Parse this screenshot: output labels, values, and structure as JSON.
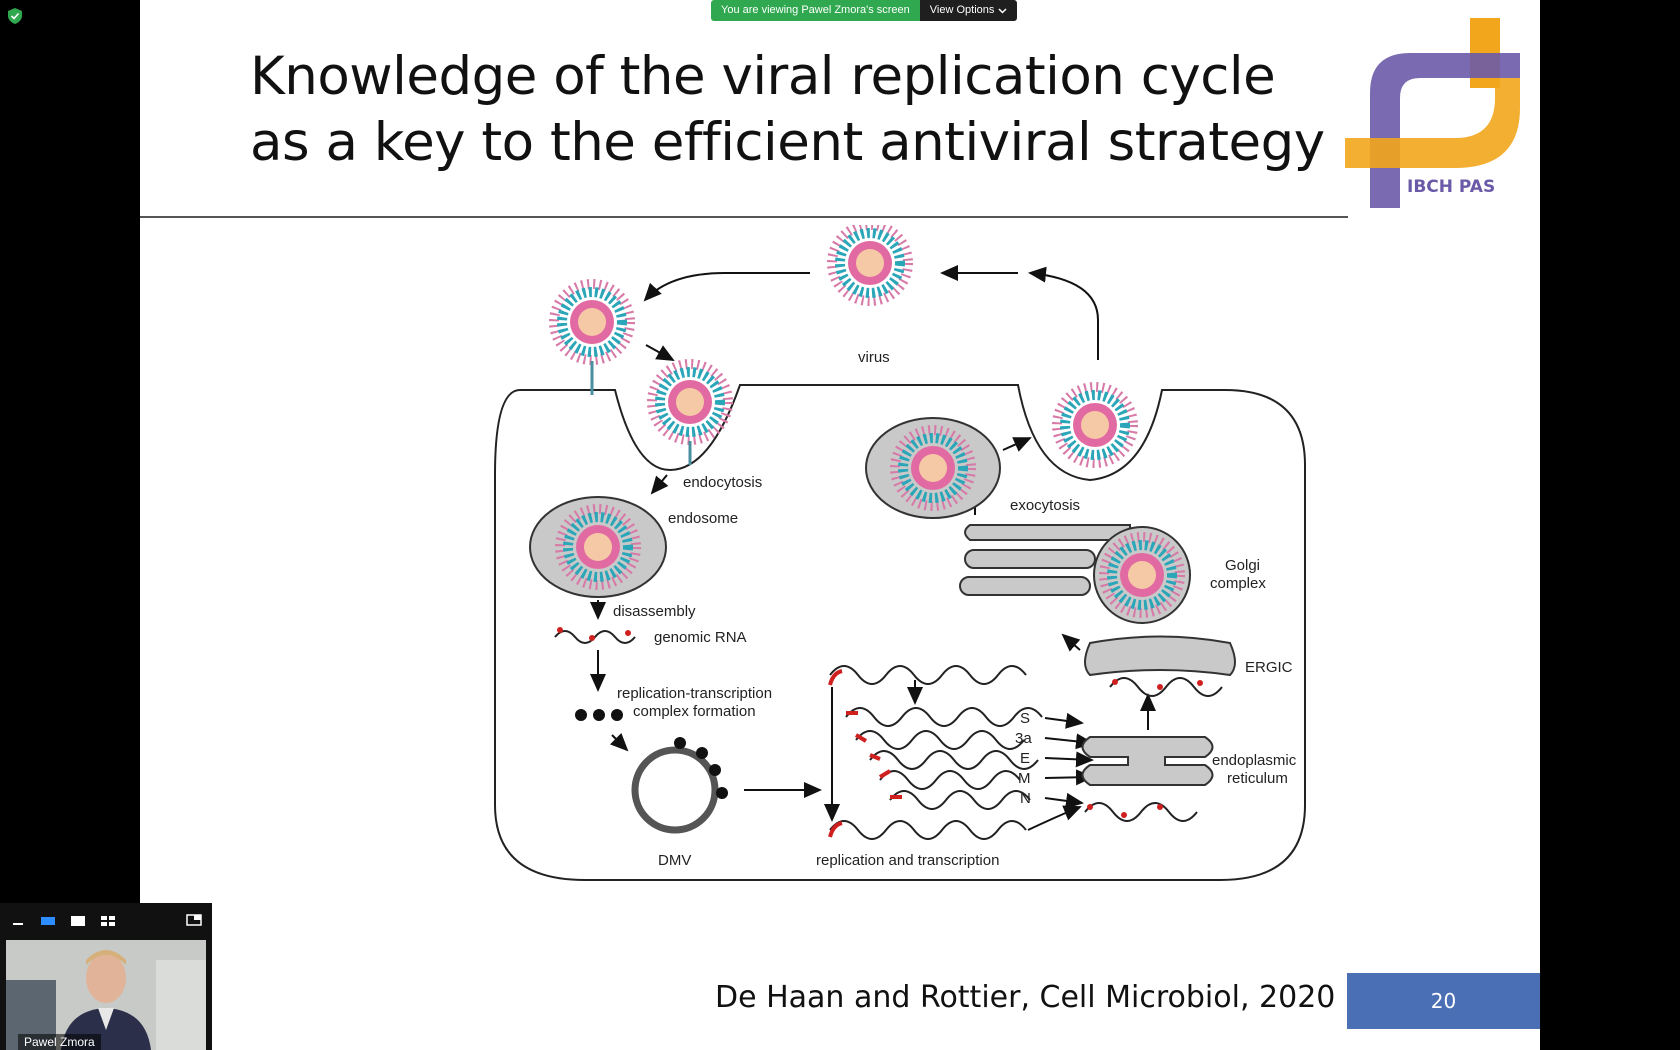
{
  "banner": {
    "message": "You are viewing Pawel Zmora's screen",
    "options_label": "View Options"
  },
  "slide": {
    "title_line1": "Knowledge of the viral replication cycle",
    "title_line2": "as a key to the efficient antiviral strategy",
    "logo_text": "IBCH PAS",
    "citation": "De Haan and Rottier, Cell Microbiol, 2020",
    "page_number": "20"
  },
  "diagram": {
    "virus": "virus",
    "endocytosis": "endocytosis",
    "endosome": "endosome",
    "disassembly": "disassembly",
    "genomic_rna": "genomic RNA",
    "rtc_line1": "replication-transcription",
    "rtc_line2": "complex formation",
    "dmv": "DMV",
    "rep_trans": "replication and transcription",
    "exocytosis": "exocytosis",
    "golgi_line1": "Golgi",
    "golgi_line2": "complex",
    "ergic": "ERGIC",
    "er_line1": "endoplasmic",
    "er_line2": "reticulum",
    "proteins": [
      "S",
      "3a",
      "E",
      "M",
      "N"
    ]
  },
  "video": {
    "participant_name": "Pawel Zmora"
  },
  "colors": {
    "banner_green": "#2fa84f",
    "page_box": "#4a6fb5",
    "logo_purple": "#6b5aa8",
    "logo_orange": "#f2a61c"
  }
}
